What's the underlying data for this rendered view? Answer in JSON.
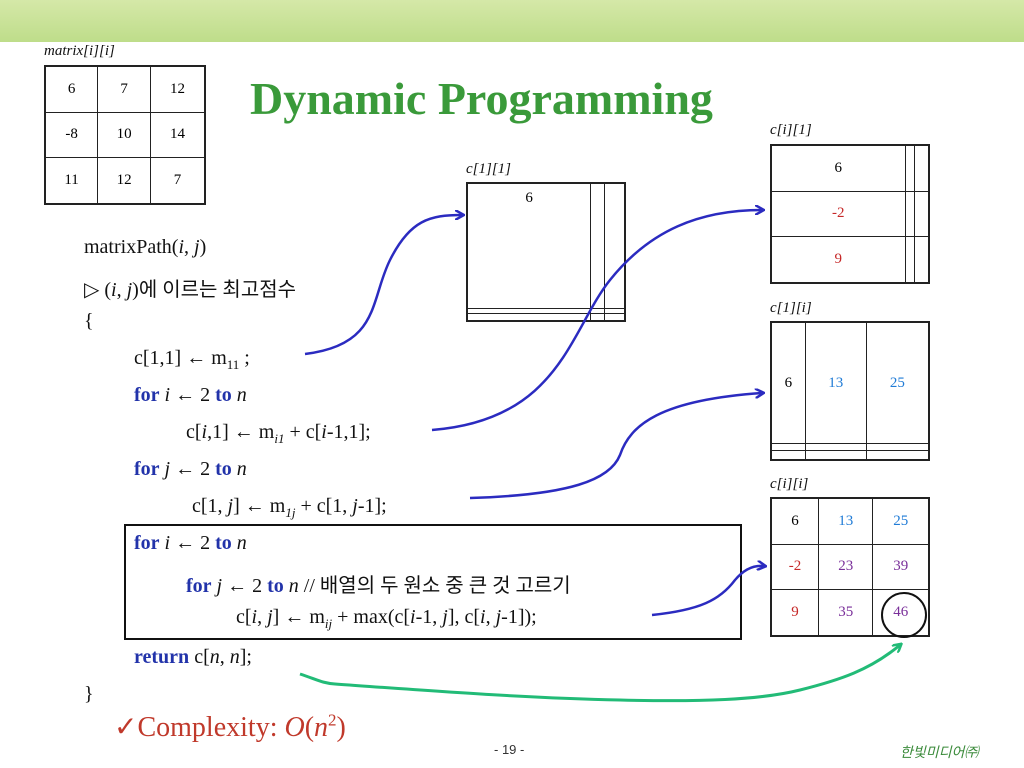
{
  "title": "Dynamic Programming",
  "tables": {
    "matrix": {
      "caption": "matrix[i][i]",
      "rows": [
        [
          "6",
          "7",
          "12"
        ],
        [
          "-8",
          "10",
          "14"
        ],
        [
          "11",
          "12",
          "7"
        ]
      ]
    },
    "c11": {
      "caption": "c[1][1]",
      "rows": [
        [
          "6",
          "",
          ""
        ],
        [
          "",
          "",
          ""
        ],
        [
          "",
          "",
          ""
        ]
      ]
    },
    "ci1": {
      "caption": "c[i][1]",
      "rows": [
        [
          "6",
          "",
          ""
        ],
        [
          "-2",
          "",
          ""
        ],
        [
          "9",
          "",
          ""
        ]
      ]
    },
    "c1i": {
      "caption": "c[1][i]",
      "rows": [
        [
          "6",
          "13",
          "25"
        ],
        [
          "",
          "",
          ""
        ],
        [
          "",
          "",
          ""
        ]
      ]
    },
    "cii": {
      "caption": "c[i][i]",
      "rows": [
        [
          "6",
          "13",
          "25"
        ],
        [
          "-2",
          "23",
          "39"
        ],
        [
          "9",
          "35",
          "46"
        ]
      ]
    }
  },
  "code": {
    "header": "matrixPath(",
    "header_i": "i",
    "header_sep": ", ",
    "header_j": "j",
    "header_close": ")",
    "comment_tri": "▷ (",
    "comment_i": "i",
    "comment_sep": ", ",
    "comment_j": "j",
    "comment_rest": ")에 이르는 최고점수",
    "open_brace": "{",
    "close_brace": "}",
    "l1_a": "c[1,1] ← m",
    "l1_sub": "11",
    "l1_b": " ;",
    "for_kw": "for",
    "to_kw": "to",
    "return_kw": "return",
    "l2_var": "i",
    "l2_mid": " ← 2 ",
    "l2_n": "n",
    "l3_a": "c[",
    "l3_i": "i",
    "l3_b": ",1] ←  m",
    "l3_sub": "i1",
    "l3_c": " + c[",
    "l3_i2": "i",
    "l3_d": "-1,1];",
    "l4_var": "j",
    "l4_mid": " ← 2 ",
    "l4_n": "n",
    "l5_a": "c[1, ",
    "l5_j": "j",
    "l5_b": "] ← m",
    "l5_sub": "1j",
    "l5_c": " + c[1, ",
    "l5_j2": "j",
    "l5_d": "-1];",
    "l6_var": "i",
    "l6_mid": " ← 2 ",
    "l6_n": "n",
    "l7_var": "j",
    "l7_mid": " ← 2 ",
    "l7_n": "n",
    "l7_comment": "   // 배열의 두 원소 중 큰 것 고르기",
    "l8_a": "c[",
    "l8_i": "i",
    "l8_s": ", ",
    "l8_j": "j",
    "l8_b": "] ← m",
    "l8_sub": "ij",
    "l8_c": " + max(c[",
    "l8_i2": "i",
    "l8_d": "-1, ",
    "l8_j2": "j",
    "l8_e": "], c[",
    "l8_i3": "i",
    "l8_f": ", ",
    "l8_j3": "j",
    "l8_g": "-1]);",
    "l9_a": " c[",
    "l9_n": "n",
    "l9_s": ", ",
    "l9_n2": "n",
    "l9_b": "];"
  },
  "complexity": {
    "check": "✓",
    "label": "Complexity: ",
    "o": "O",
    "paren": "(",
    "n": "n",
    "exp": "2",
    "close": ")"
  },
  "page_number": "- 19 -",
  "publisher": "한빛미디어㈜",
  "colors": {
    "title": "#3a9a3a",
    "keyword": "#2233aa",
    "arrow_blue": "#2b2bc0",
    "arrow_green": "#22bb77",
    "complexity": "#c0392b"
  }
}
